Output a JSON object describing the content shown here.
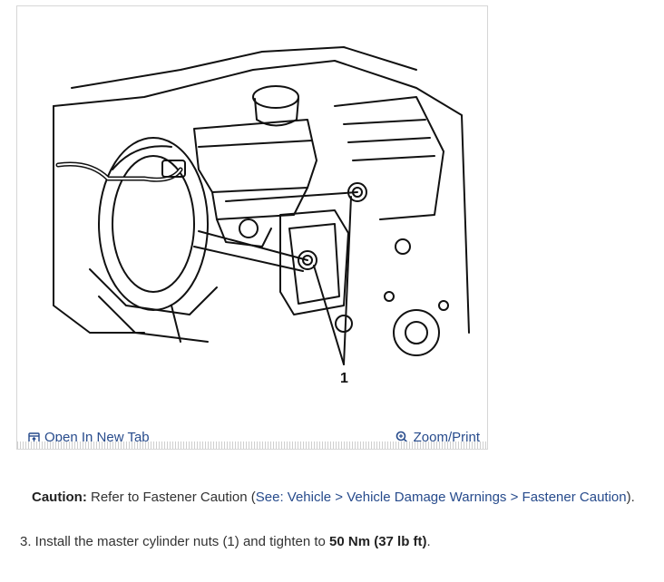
{
  "figure": {
    "callout_label": "1",
    "open_new_tab_label": "Open In New Tab",
    "zoom_print_label": "Zoom/Print",
    "open_icon": "open-new-tab-icon",
    "zoom_icon": "magnifier-icon"
  },
  "caution": {
    "label": "Caution:",
    "text_before": " Refer to Fastener Caution (",
    "link_text": "See: Vehicle > Vehicle Damage Warnings > Fastener Caution",
    "text_after": ")."
  },
  "step": {
    "number": "3.",
    "text_before": " Install the master cylinder nuts (1) and tighten to ",
    "torque": "50 Nm (37 lb ft)",
    "text_after": "."
  },
  "colors": {
    "link": "#274b8c",
    "border": "#d6d6d6"
  }
}
